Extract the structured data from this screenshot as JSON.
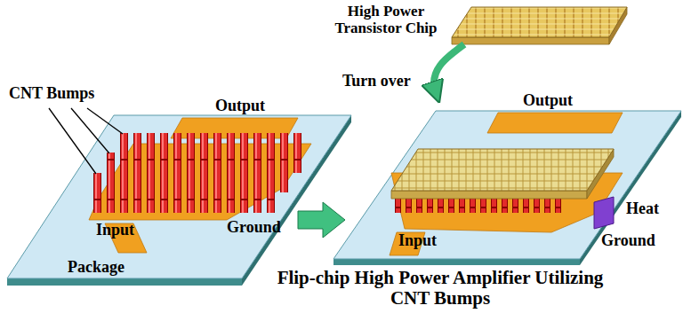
{
  "diagram": {
    "caption": "Flip-chip High Power Amplifier Utilizing CNT Bumps",
    "labels": [
      "High Power Transistor Chip",
      "Turn over",
      "CNT Bumps",
      "Output",
      "Input",
      "Ground",
      "Package",
      "Output",
      "Heat",
      "Input",
      "Ground"
    ]
  }
}
